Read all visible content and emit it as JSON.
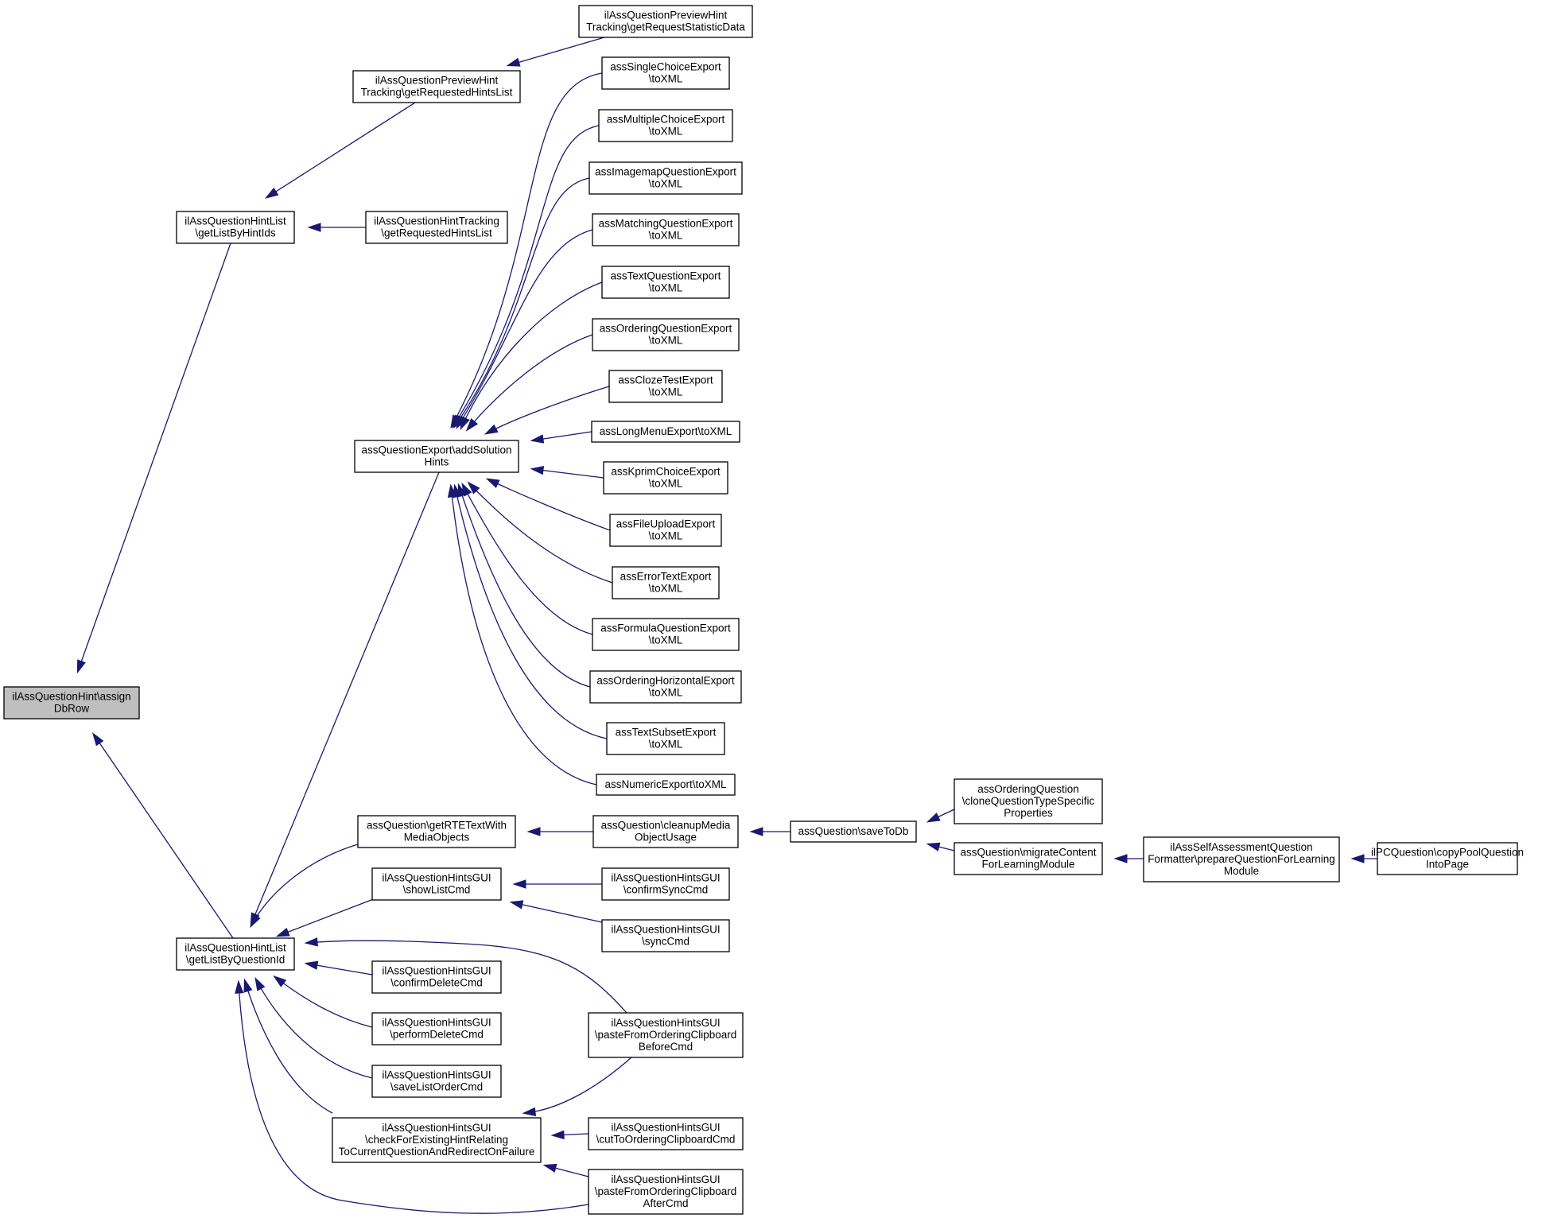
{
  "graph": {
    "nodes": [
      {
        "id": "root",
        "lines": [
          "ilAssQuestionHint\\assign",
          "DbRow"
        ],
        "highlight": true
      },
      {
        "id": "hl_byhint",
        "lines": [
          "ilAssQuestionHintList",
          "\\getListByHintIds"
        ]
      },
      {
        "id": "hl_byquestion",
        "lines": [
          "ilAssQuestionHintList",
          "\\getListByQuestionId"
        ]
      },
      {
        "id": "pht_requested",
        "lines": [
          "ilAssQuestionPreviewHint",
          "Tracking\\getRequestedHintsList"
        ]
      },
      {
        "id": "pht_stat",
        "lines": [
          "ilAssQuestionPreviewHint",
          "Tracking\\getRequestStatisticData"
        ]
      },
      {
        "id": "ht_requested",
        "lines": [
          "ilAssQuestionHintTracking",
          "\\getRequestedHintsList"
        ]
      },
      {
        "id": "qe_addsol",
        "lines": [
          "assQuestionExport\\addSolution",
          "Hints"
        ]
      },
      {
        "id": "exp_single",
        "lines": [
          "assSingleChoiceExport",
          "\\toXML"
        ]
      },
      {
        "id": "exp_multi",
        "lines": [
          "assMultipleChoiceExport",
          "\\toXML"
        ]
      },
      {
        "id": "exp_imagemap",
        "lines": [
          "assImagemapQuestionExport",
          "\\toXML"
        ]
      },
      {
        "id": "exp_matching",
        "lines": [
          "assMatchingQuestionExport",
          "\\toXML"
        ]
      },
      {
        "id": "exp_text",
        "lines": [
          "assTextQuestionExport",
          "\\toXML"
        ]
      },
      {
        "id": "exp_ordering",
        "lines": [
          "assOrderingQuestionExport",
          "\\toXML"
        ]
      },
      {
        "id": "exp_cloze",
        "lines": [
          "assClozeTestExport",
          "\\toXML"
        ]
      },
      {
        "id": "exp_longmenu",
        "lines": [
          "assLongMenuExport\\toXML"
        ]
      },
      {
        "id": "exp_kprim",
        "lines": [
          "assKprimChoiceExport",
          "\\toXML"
        ]
      },
      {
        "id": "exp_fileupload",
        "lines": [
          "assFileUploadExport",
          "\\toXML"
        ]
      },
      {
        "id": "exp_errortext",
        "lines": [
          "assErrorTextExport",
          "\\toXML"
        ]
      },
      {
        "id": "exp_formula",
        "lines": [
          "assFormulaQuestionExport",
          "\\toXML"
        ]
      },
      {
        "id": "exp_orderhoriz",
        "lines": [
          "assOrderingHorizontalExport",
          "\\toXML"
        ]
      },
      {
        "id": "exp_textsubset",
        "lines": [
          "assTextSubsetExport",
          "\\toXML"
        ]
      },
      {
        "id": "exp_numeric",
        "lines": [
          "assNumericExport\\toXML"
        ]
      },
      {
        "id": "aq_rte",
        "lines": [
          "assQuestion\\getRTETextWith",
          "MediaObjects"
        ]
      },
      {
        "id": "aq_cleanup",
        "lines": [
          "assQuestion\\cleanupMedia",
          "ObjectUsage"
        ]
      },
      {
        "id": "aq_savetodb",
        "lines": [
          "assQuestion\\saveToDb"
        ]
      },
      {
        "id": "aoq_clone",
        "lines": [
          "assOrderingQuestion",
          "\\cloneQuestionTypeSpecific",
          "Properties"
        ]
      },
      {
        "id": "aq_migrate",
        "lines": [
          "assQuestion\\migrateContent",
          "ForLearningModule"
        ]
      },
      {
        "id": "saqf_prepare",
        "lines": [
          "ilAssSelfAssessmentQuestion",
          "Formatter\\prepareQuestionForLearning",
          "Module"
        ]
      },
      {
        "id": "pcq_copy",
        "lines": [
          "ilPCQuestion\\copyPoolQuestion",
          "IntoPage"
        ]
      },
      {
        "id": "gui_showlist",
        "lines": [
          "ilAssQuestionHintsGUI",
          "\\showListCmd"
        ]
      },
      {
        "id": "gui_confirmsync",
        "lines": [
          "ilAssQuestionHintsGUI",
          "\\confirmSyncCmd"
        ]
      },
      {
        "id": "gui_sync",
        "lines": [
          "ilAssQuestionHintsGUI",
          "\\syncCmd"
        ]
      },
      {
        "id": "gui_confirmdelete",
        "lines": [
          "ilAssQuestionHintsGUI",
          "\\confirmDeleteCmd"
        ]
      },
      {
        "id": "gui_performdelete",
        "lines": [
          "ilAssQuestionHintsGUI",
          "\\performDeleteCmd"
        ]
      },
      {
        "id": "gui_saveorder",
        "lines": [
          "ilAssQuestionHintsGUI",
          "\\saveListOrderCmd"
        ]
      },
      {
        "id": "gui_check",
        "lines": [
          "ilAssQuestionHintsGUI",
          "\\checkForExistingHintRelating",
          "ToCurrentQuestionAndRedirectOnFailure"
        ]
      },
      {
        "id": "gui_pastebefore",
        "lines": [
          "ilAssQuestionHintsGUI",
          "\\pasteFromOrderingClipboard",
          "BeforeCmd"
        ]
      },
      {
        "id": "gui_cut",
        "lines": [
          "ilAssQuestionHintsGUI",
          "\\cutToOrderingClipboardCmd"
        ]
      },
      {
        "id": "gui_pasteafter",
        "lines": [
          "ilAssQuestionHintsGUI",
          "\\pasteFromOrderingClipboard",
          "AfterCmd"
        ]
      }
    ],
    "edges": [
      [
        "root",
        "hl_byhint"
      ],
      [
        "root",
        "hl_byquestion"
      ],
      [
        "hl_byhint",
        "pht_requested"
      ],
      [
        "hl_byhint",
        "ht_requested"
      ],
      [
        "pht_requested",
        "pht_stat"
      ],
      [
        "hl_byquestion",
        "qe_addsol"
      ],
      [
        "qe_addsol",
        "exp_single"
      ],
      [
        "qe_addsol",
        "exp_multi"
      ],
      [
        "qe_addsol",
        "exp_imagemap"
      ],
      [
        "qe_addsol",
        "exp_matching"
      ],
      [
        "qe_addsol",
        "exp_text"
      ],
      [
        "qe_addsol",
        "exp_ordering"
      ],
      [
        "qe_addsol",
        "exp_cloze"
      ],
      [
        "qe_addsol",
        "exp_longmenu"
      ],
      [
        "qe_addsol",
        "exp_kprim"
      ],
      [
        "qe_addsol",
        "exp_fileupload"
      ],
      [
        "qe_addsol",
        "exp_errortext"
      ],
      [
        "qe_addsol",
        "exp_formula"
      ],
      [
        "qe_addsol",
        "exp_orderhoriz"
      ],
      [
        "qe_addsol",
        "exp_textsubset"
      ],
      [
        "qe_addsol",
        "exp_numeric"
      ],
      [
        "hl_byquestion",
        "aq_rte"
      ],
      [
        "aq_rte",
        "aq_cleanup"
      ],
      [
        "aq_cleanup",
        "aq_savetodb"
      ],
      [
        "aq_savetodb",
        "aoq_clone"
      ],
      [
        "aq_savetodb",
        "aq_migrate"
      ],
      [
        "aq_migrate",
        "saqf_prepare"
      ],
      [
        "saqf_prepare",
        "pcq_copy"
      ],
      [
        "hl_byquestion",
        "gui_showlist"
      ],
      [
        "gui_showlist",
        "gui_confirmsync"
      ],
      [
        "gui_showlist",
        "gui_sync"
      ],
      [
        "hl_byquestion",
        "gui_pastebefore"
      ],
      [
        "hl_byquestion",
        "gui_confirmdelete"
      ],
      [
        "hl_byquestion",
        "gui_performdelete"
      ],
      [
        "hl_byquestion",
        "gui_saveorder"
      ],
      [
        "hl_byquestion",
        "gui_check"
      ],
      [
        "hl_byquestion",
        "gui_pasteafter"
      ],
      [
        "gui_check",
        "gui_pastebefore"
      ],
      [
        "gui_check",
        "gui_cut"
      ],
      [
        "gui_check",
        "gui_pasteafter"
      ]
    ]
  }
}
